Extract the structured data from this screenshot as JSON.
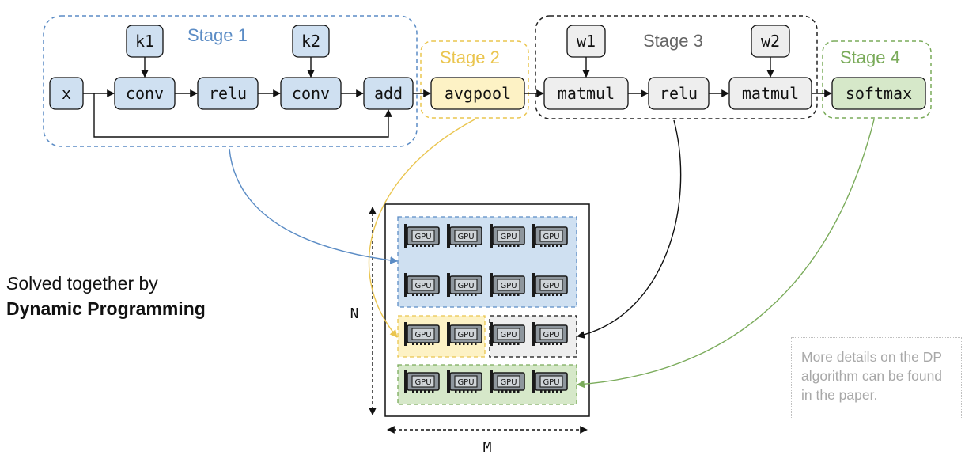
{
  "colors": {
    "blue_fill": "#cfe0f1",
    "blue_stroke": "#5b8cc5",
    "yellow_fill": "#fdf2c5",
    "yellow_stroke": "#eac54f",
    "gray_fill": "#eeeeee",
    "gray_stroke": "#222222",
    "green_fill": "#d6e8c9",
    "green_stroke": "#7aab5a",
    "gpu_body": "#8e969d"
  },
  "stages": [
    {
      "label": "Stage 1",
      "color": "#5b8cc5"
    },
    {
      "label": "Stage 2",
      "color": "#eac54f"
    },
    {
      "label": "Stage 3",
      "color": "#666666"
    },
    {
      "label": "Stage 4",
      "color": "#7aab5a"
    }
  ],
  "nodes": {
    "x": "x",
    "k1": "k1",
    "k2": "k2",
    "conv1": "conv",
    "relu1": "relu",
    "conv2": "conv",
    "add": "add",
    "avgpool": "avgpool",
    "w1": "w1",
    "w2": "w2",
    "matmul1": "matmul",
    "relu2": "relu",
    "matmul2": "matmul",
    "softmax": "softmax"
  },
  "gpu_label": "GPU",
  "mesh": {
    "n_label": "N",
    "m_label": "M"
  },
  "side_text": {
    "line1_italic": "S",
    "line1_rest": "olved together by",
    "line2": "Dynamic Programming"
  },
  "note": "More details on the DP algorithm can be found in the paper."
}
